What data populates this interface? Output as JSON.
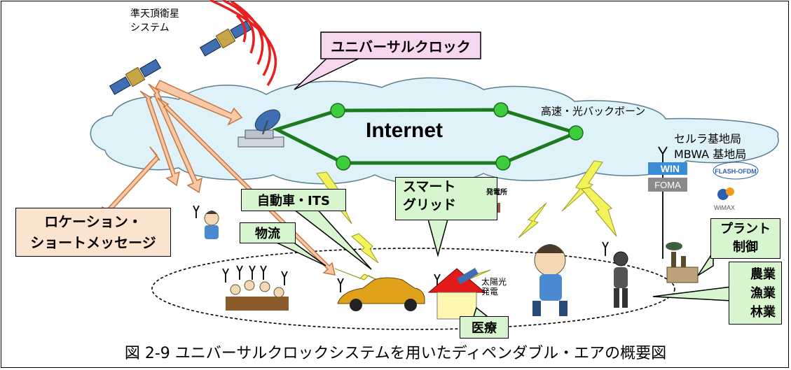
{
  "satellite_label": [
    "準天頂衛星",
    "システム"
  ],
  "universal_clock_label": "ユニバーサルクロック",
  "internet_label": "Internet",
  "backbone_label": "高速・光バックボーン",
  "base_station_label": [
    "セルラ基地局",
    "MBWA 基地局"
  ],
  "logos": {
    "win": "WIN",
    "foma": "FOMA",
    "flash": "FLASH-OFDM",
    "wimax": "WiMAX"
  },
  "location_box": [
    "ロケーション・",
    "ショートメッセージ"
  ],
  "its_label": "自動車・ITS",
  "logistics_label": "物流",
  "smart_grid": {
    "label": [
      "スマート",
      "グリッド"
    ],
    "plant": "発電所"
  },
  "solar_label": [
    "太陽光",
    "発電"
  ],
  "medical_label": "医療",
  "plant_control": [
    "プラント",
    "制御"
  ],
  "primary_industry": [
    "農業",
    "漁業",
    "林業"
  ],
  "caption": "図 2-9 ユニバーサルクロックシステムを用いたディペンダブル・エアの概要図",
  "colors": {
    "cloud_fill": "#dff2f9",
    "cloud_stroke": "#5a7f92",
    "network_line": "#1e7a1e",
    "node": "#3ccc3c",
    "signal": "#e62020",
    "arrow_fill": "#f7c9a6",
    "arrow_stroke": "#c9763e",
    "bolt_fill": "#f2f25a",
    "bolt_stroke": "#9a9a20",
    "callout_pink": "#f7d7ef",
    "callout_orange": "#fbe4cf",
    "callout_green": "#d7f5cf"
  }
}
